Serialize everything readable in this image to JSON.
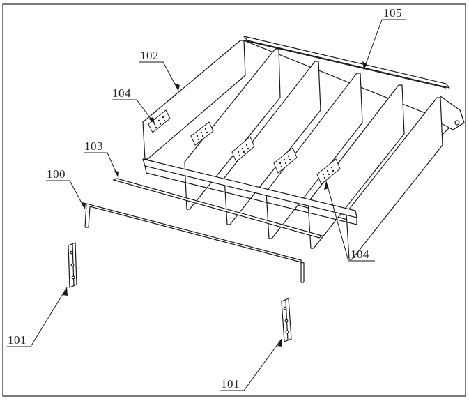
{
  "drawing": {
    "labels": {
      "l100": "100",
      "l101a": "101",
      "l101b": "101",
      "l102": "102",
      "l103": "103",
      "l104a": "104",
      "l104b": "104",
      "l105": "105"
    },
    "stroke_color": "#1a1a1a",
    "background": "#ffffff"
  }
}
